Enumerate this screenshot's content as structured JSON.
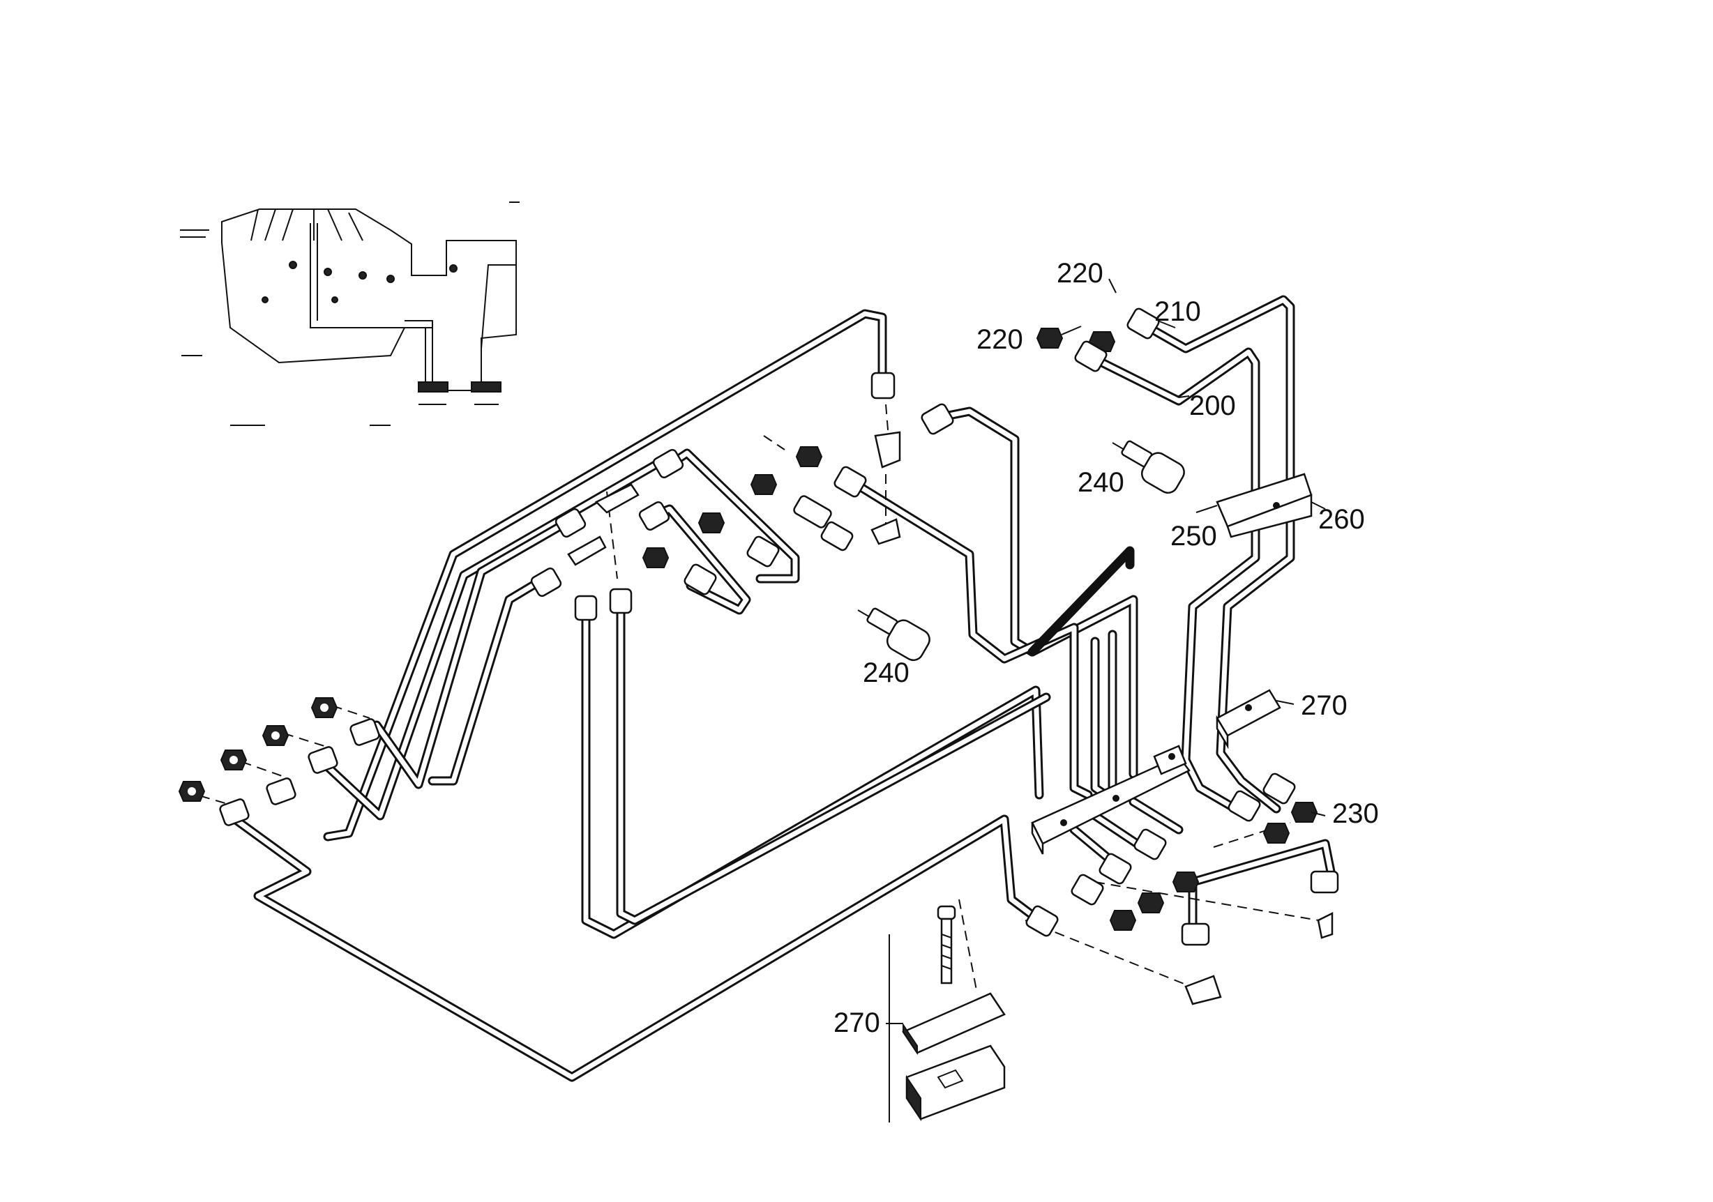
{
  "callouts": {
    "c200": "200",
    "c210": "210",
    "c220a": "220",
    "c220b": "220",
    "c230": "230",
    "c240a": "240",
    "c240b": "240",
    "c250": "250",
    "c260": "260",
    "c270a": "270",
    "c270b": "270"
  },
  "colors": {
    "line": "#111111",
    "background": "#ffffff"
  }
}
